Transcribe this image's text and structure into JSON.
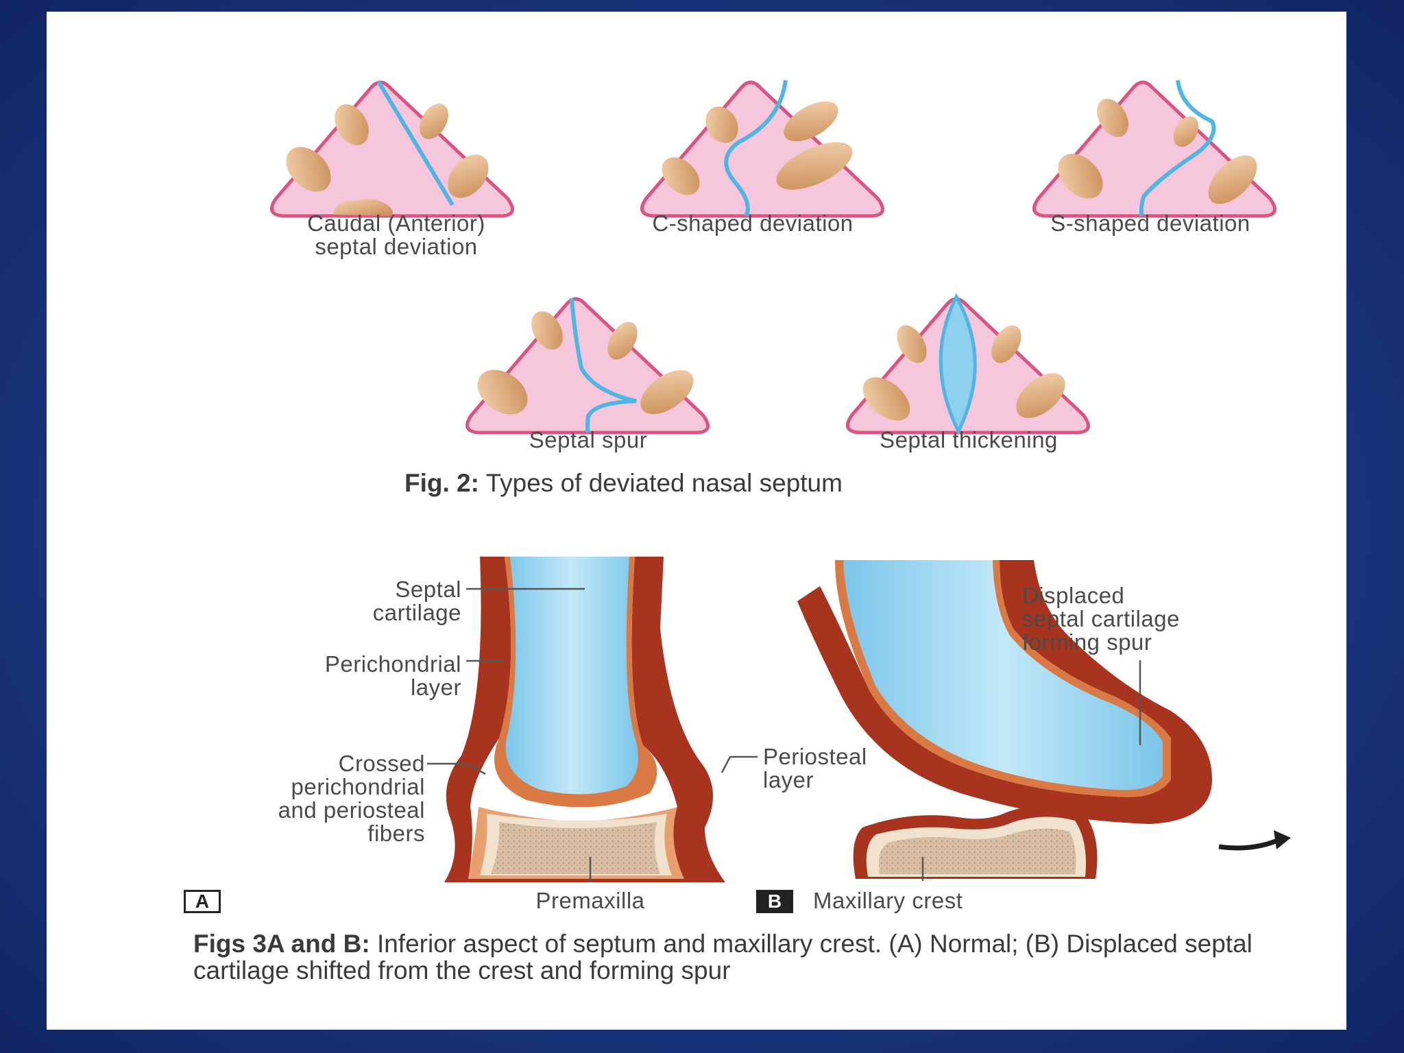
{
  "fig2": {
    "labels": {
      "caudal": "Caudal (Anterior)\nseptal deviation",
      "c_shaped": "C-shaped deviation",
      "s_shaped": "S-shaped deviation",
      "spur": "Septal spur",
      "thickening": "Septal thickening"
    },
    "caption_prefix": "Fig. 2:",
    "caption_text": "Types of deviated nasal septum"
  },
  "fig3": {
    "labels": {
      "septal_cartilage": "Septal\ncartilage",
      "perichondrial_layer": "Perichondrial\nlayer",
      "crossed_fibers": "Crossed\nperichondrial\nand periosteal\nfibers",
      "periosteal_layer": "Periosteal\nlayer",
      "displaced_cartilage": "Displaced\nseptal cartilage\nforming spur",
      "premaxilla": "Premaxilla",
      "maxillary_crest": "Maxillary crest"
    },
    "panel_a": "A",
    "panel_b": "B",
    "caption_prefix": "Figs 3A and B:",
    "caption_text": "Inferior aspect of septum and maxillary crest. (A) Normal; (B) Displaced septal cartilage shifted from the crest and forming spur"
  },
  "colors": {
    "frame": "#1c3680",
    "nose_fill": "#f6c6dc",
    "nose_outline": "#d9557f",
    "septum": "#4fb5e3",
    "turbinate": "#dfa97a",
    "mucosa": "#a8341f",
    "cartilage": "#a9dcf2",
    "bone": "#e0c7b0"
  }
}
